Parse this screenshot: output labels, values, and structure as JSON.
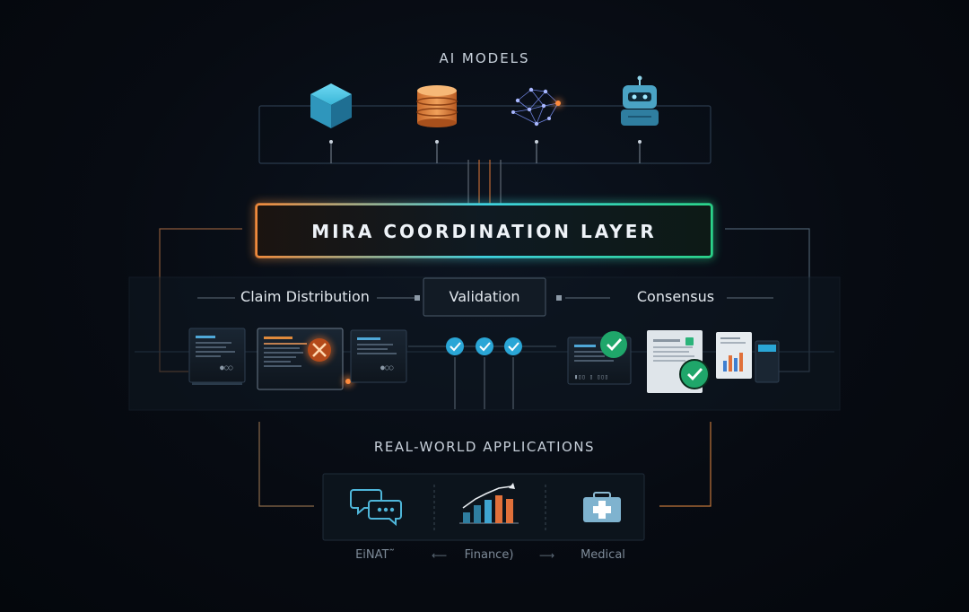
{
  "models": {
    "title": "AI MODELS",
    "icons": [
      "cube-icon",
      "database-icon",
      "neural-network-icon",
      "robot-icon"
    ]
  },
  "core": {
    "title": "MIRA COORDINATION LAYER"
  },
  "stages": {
    "claim_distribution": "Claim Distribution",
    "validation": "Validation",
    "consensus": "Consensus"
  },
  "applications": {
    "title": "REAL-WORLD APPLICATIONS",
    "items": [
      {
        "label": "EiNAT˜",
        "icon": "chat-bubbles-icon"
      },
      {
        "label": "Finance)",
        "icon": "bar-chart-icon"
      },
      {
        "label": "Medical",
        "icon": "medical-kit-icon"
      }
    ]
  },
  "colors": {
    "background": "#070b12",
    "accent_orange": "#f08a3c",
    "accent_cyan": "#3fd2e0",
    "accent_green": "#2bd38a",
    "check_blue": "#2aa6d6",
    "check_green": "#1fa66a",
    "reject_orange": "#ff7a2a"
  }
}
